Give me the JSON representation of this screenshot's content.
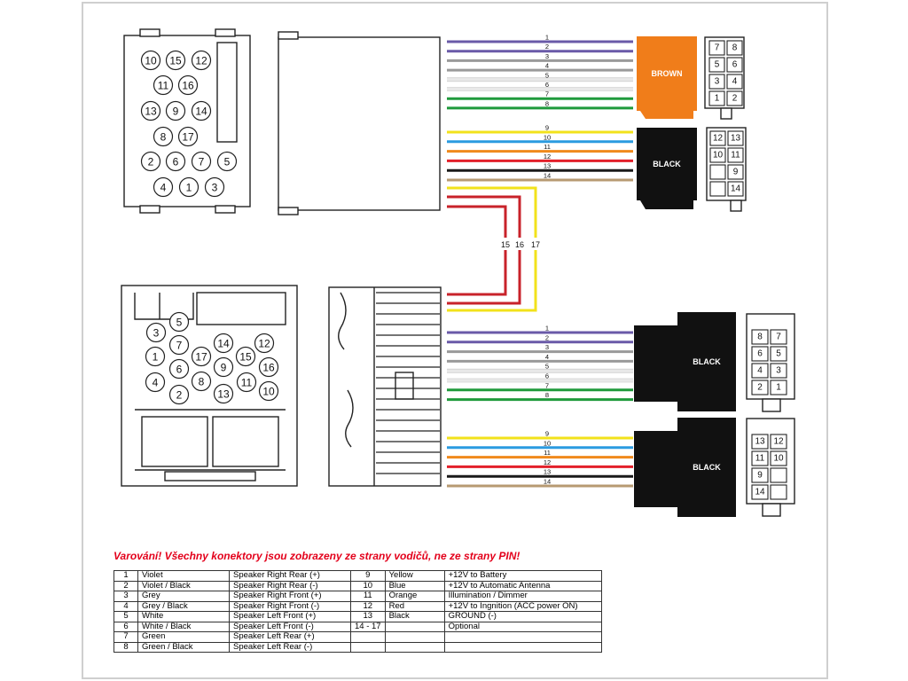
{
  "warning": "Varování! Všechny konektory jsou zobrazeny ze strany vodičů, ne ze strany PIN!",
  "iso_connector_pins": {
    "rows": [
      [
        "10",
        "15",
        "12"
      ],
      [
        "11",
        "16"
      ],
      [
        "13",
        "9",
        "14"
      ],
      [
        "8",
        "17"
      ],
      [
        "2",
        "6",
        "7",
        "5"
      ],
      [
        "4",
        "1",
        "3"
      ]
    ]
  },
  "din_connector_pins": [
    "5",
    "3",
    "7",
    "14",
    "12",
    "1",
    "17",
    "9",
    "15",
    "16",
    "4",
    "6",
    "8",
    "13",
    "11",
    "10",
    "2"
  ],
  "upper_wires_group1": [
    {
      "num": "1",
      "color": "#6a5aa8"
    },
    {
      "num": "2",
      "color": "#6a5aa8"
    },
    {
      "num": "3",
      "color": "#9a9a9a"
    },
    {
      "num": "4",
      "color": "#9a9a9a"
    },
    {
      "num": "5",
      "color": "#e8e8e8"
    },
    {
      "num": "6",
      "color": "#e8e8e8"
    },
    {
      "num": "7",
      "color": "#1f9a3c"
    },
    {
      "num": "8",
      "color": "#1f9a3c"
    }
  ],
  "upper_wires_group2": [
    {
      "num": "9",
      "color": "#f2e21b"
    },
    {
      "num": "10",
      "color": "#2b9be0"
    },
    {
      "num": "11",
      "color": "#f08a1c"
    },
    {
      "num": "12",
      "color": "#e3202a"
    },
    {
      "num": "13",
      "color": "#1a1a1a"
    },
    {
      "num": "14",
      "color": "#b79a72"
    }
  ],
  "vertical_wires": [
    {
      "num": "15",
      "color": "#c8222a"
    },
    {
      "num": "16",
      "color": "#c8222a"
    },
    {
      "num": "17",
      "color": "#f2e21b"
    }
  ],
  "lower_wires_group1": [
    {
      "num": "1",
      "color": "#6a5aa8"
    },
    {
      "num": "2",
      "color": "#6a5aa8"
    },
    {
      "num": "3",
      "color": "#9a9a9a"
    },
    {
      "num": "4",
      "color": "#9a9a9a"
    },
    {
      "num": "5",
      "color": "#e8e8e8"
    },
    {
      "num": "6",
      "color": "#e8e8e8"
    },
    {
      "num": "7",
      "color": "#1f9a3c"
    },
    {
      "num": "8",
      "color": "#1f9a3c"
    }
  ],
  "lower_wires_group2": [
    {
      "num": "9",
      "color": "#f2e21b"
    },
    {
      "num": "10",
      "color": "#2b9be0"
    },
    {
      "num": "11",
      "color": "#f08a1c"
    },
    {
      "num": "12",
      "color": "#e3202a"
    },
    {
      "num": "13",
      "color": "#1a1a1a"
    },
    {
      "num": "14",
      "color": "#b79a72"
    }
  ],
  "plugs": {
    "brown": {
      "label": "BROWN",
      "color": "#f07d1a"
    },
    "black_top": {
      "label": "BLACK",
      "color": "#111111"
    },
    "black_mid": {
      "label": "BLACK",
      "color": "#111111"
    },
    "black_bot": {
      "label": "BLACK",
      "color": "#111111"
    }
  },
  "pin_grids": {
    "grid_a": [
      [
        "7",
        "8"
      ],
      [
        "5",
        "6"
      ],
      [
        "3",
        "4"
      ],
      [
        "1",
        "2"
      ]
    ],
    "grid_b": [
      [
        "12",
        "13"
      ],
      [
        "10",
        "11"
      ],
      [
        "",
        "9"
      ],
      [
        "",
        "14"
      ]
    ],
    "grid_c": [
      [
        "8",
        "7"
      ],
      [
        "6",
        "5"
      ],
      [
        "4",
        "3"
      ],
      [
        "2",
        "1"
      ]
    ],
    "grid_d": [
      [
        "13",
        "12"
      ],
      [
        "11",
        "10"
      ],
      [
        "9",
        ""
      ],
      [
        "14",
        ""
      ]
    ]
  },
  "pin_table": [
    [
      "1",
      "Violet",
      "Speaker Right Rear (+)",
      "9",
      "Yellow",
      "+12V to Battery"
    ],
    [
      "2",
      "Violet / Black",
      "Speaker Right Rear (-)",
      "10",
      "Blue",
      "+12V to Automatic Antenna"
    ],
    [
      "3",
      "Grey",
      "Speaker Right Front (+)",
      "11",
      "Orange",
      "Illumination / Dimmer"
    ],
    [
      "4",
      "Grey / Black",
      "Speaker Right Front (-)",
      "12",
      "Red",
      "+12V to Ingnition (ACC power ON)"
    ],
    [
      "5",
      "White",
      "Speaker Left Front (+)",
      "13",
      "Black",
      "GROUND (-)"
    ],
    [
      "6",
      "White / Black",
      "Speaker Left Front (-)",
      "14 - 17",
      "",
      "Optional"
    ],
    [
      "7",
      "Green",
      "Speaker Left Rear (+)",
      "",
      "",
      ""
    ],
    [
      "8",
      "Green / Black",
      "Speaker Left Rear (-)",
      "",
      "",
      ""
    ]
  ]
}
